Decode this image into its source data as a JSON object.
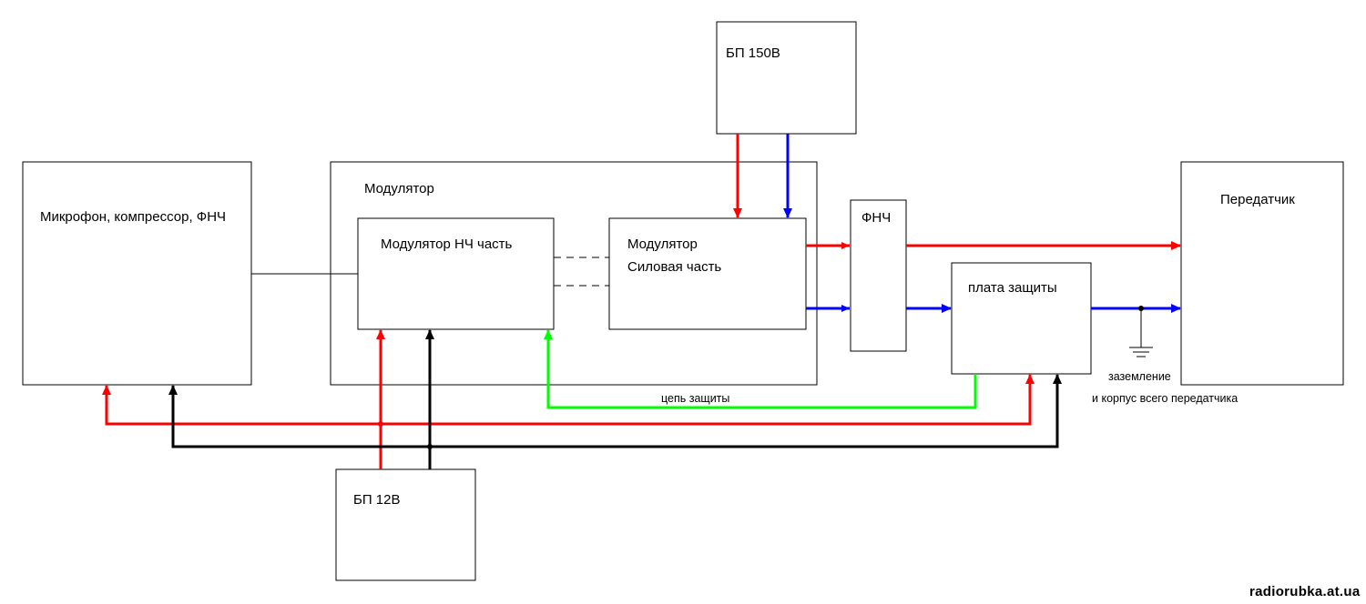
{
  "blocks": {
    "mic": "Микрофон, компрессор, ФНЧ",
    "modulator": "Модулятор",
    "mod_lf": "Модулятор НЧ часть",
    "mod_power_line1": "Модулятор",
    "mod_power_line2": "Силовая часть",
    "psu150": "БП 150В",
    "lpf": "ФНЧ",
    "protection": "плата защиты",
    "transmitter": "Передатчик",
    "psu12": "БП 12В"
  },
  "labels": {
    "protection_circuit": "цепь защиты",
    "ground": "заземление",
    "chassis": "и корпус всего передатчика"
  },
  "watermark": "radiorubka.at.ua",
  "colors": {
    "red": "#ff0000",
    "blue": "#0000ff",
    "green": "#00ff00",
    "black": "#000000"
  }
}
